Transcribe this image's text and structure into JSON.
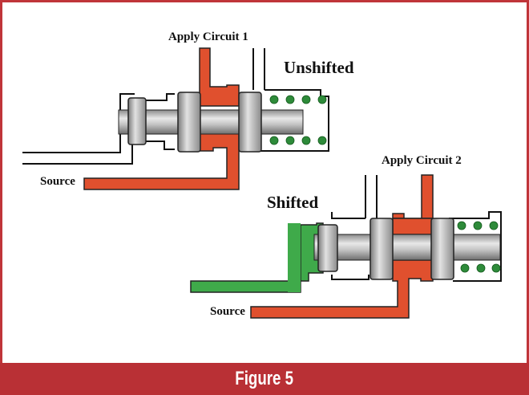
{
  "figure": {
    "caption": "Figure 5",
    "colors": {
      "frame": "#c0353a",
      "caption_bar": "#b93035",
      "source_fluid": "#e0502e",
      "shift_fluid": "#3faa4a",
      "spring_dots": "#2e8b3a",
      "spool_metal": "#b8b8b8"
    }
  },
  "valves": [
    {
      "state": "Unshifted",
      "apply_label": "Apply Circuit 1",
      "source_label": "Source"
    },
    {
      "state": "Shifted",
      "apply_label": "Apply Circuit 2",
      "source_label": "Source"
    }
  ]
}
